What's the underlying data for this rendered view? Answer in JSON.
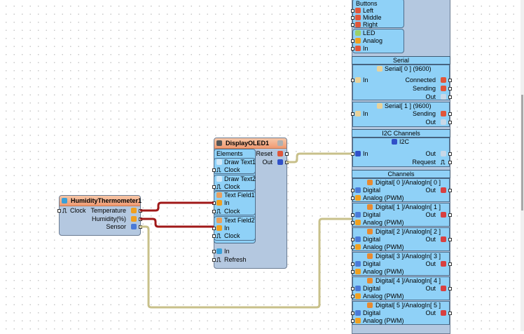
{
  "board": {
    "buttons": {
      "label": "Buttons",
      "items": [
        "Left",
        "Middle",
        "Right"
      ]
    },
    "led": {
      "title": "LED",
      "pins": [
        "Analog",
        "In"
      ]
    },
    "serial": {
      "header": "Serial",
      "ports": [
        {
          "title": "Serial[ 0 ] (9600)",
          "input": "In",
          "outputs": [
            "Connected",
            "Sending",
            "Out"
          ]
        },
        {
          "title": "Serial[ 1 ] (9600)",
          "input": "In",
          "outputs": [
            "Sending",
            "Out"
          ]
        }
      ]
    },
    "i2c": {
      "header": "I2C Channels",
      "title": "I2C",
      "input": "In",
      "outputs": [
        "Out",
        "Request"
      ]
    },
    "channels": {
      "header": "Channels",
      "items": [
        {
          "title": "Digital[ 0 ]/AnalogIn[ 0 ]",
          "inputs": [
            "Digital",
            "Analog (PWM)"
          ],
          "output": "Out"
        },
        {
          "title": "Digital[ 1 ]/AnalogIn[ 1 ]",
          "inputs": [
            "Digital",
            "Analog (PWM)"
          ],
          "output": "Out"
        },
        {
          "title": "Digital[ 2 ]/AnalogIn[ 2 ]",
          "inputs": [
            "Digital",
            "Analog (PWM)"
          ],
          "output": "Out"
        },
        {
          "title": "Digital[ 3 ]/AnalogIn[ 3 ]",
          "inputs": [
            "Digital",
            "Analog (PWM)"
          ],
          "output": "Out"
        },
        {
          "title": "Digital[ 4 ]/AnalogIn[ 4 ]",
          "inputs": [
            "Digital",
            "Analog (PWM)"
          ],
          "output": "Out"
        },
        {
          "title": "Digital[ 5 ]/AnalogIn[ 5 ]",
          "inputs": [
            "Digital",
            "Analog (PWM)"
          ],
          "output": "Out"
        }
      ]
    }
  },
  "humidity": {
    "title": "HumidityThermometer1",
    "input": "Clock",
    "outputs": [
      "Temperature",
      "Humidity(%)",
      "Sensor"
    ]
  },
  "oled": {
    "title": "DisplayOLED1",
    "elements_label": "Elements",
    "outputs": [
      "Reset",
      "Out"
    ],
    "elements": [
      {
        "title": "Draw Text1",
        "pins": [
          "Clock"
        ]
      },
      {
        "title": "Draw Text2",
        "pins": [
          "Clock"
        ]
      },
      {
        "title": "Text Field1",
        "pins": [
          "In",
          "Clock"
        ]
      },
      {
        "title": "Text Field2",
        "pins": [
          "In",
          "Clock"
        ]
      }
    ],
    "inputs": [
      "In",
      "Refresh"
    ]
  },
  "colors": {
    "wire_red": "#a01818",
    "wire_khaki": "#c8c08a",
    "block": "#8fd1f7",
    "header": "#f09a72"
  }
}
